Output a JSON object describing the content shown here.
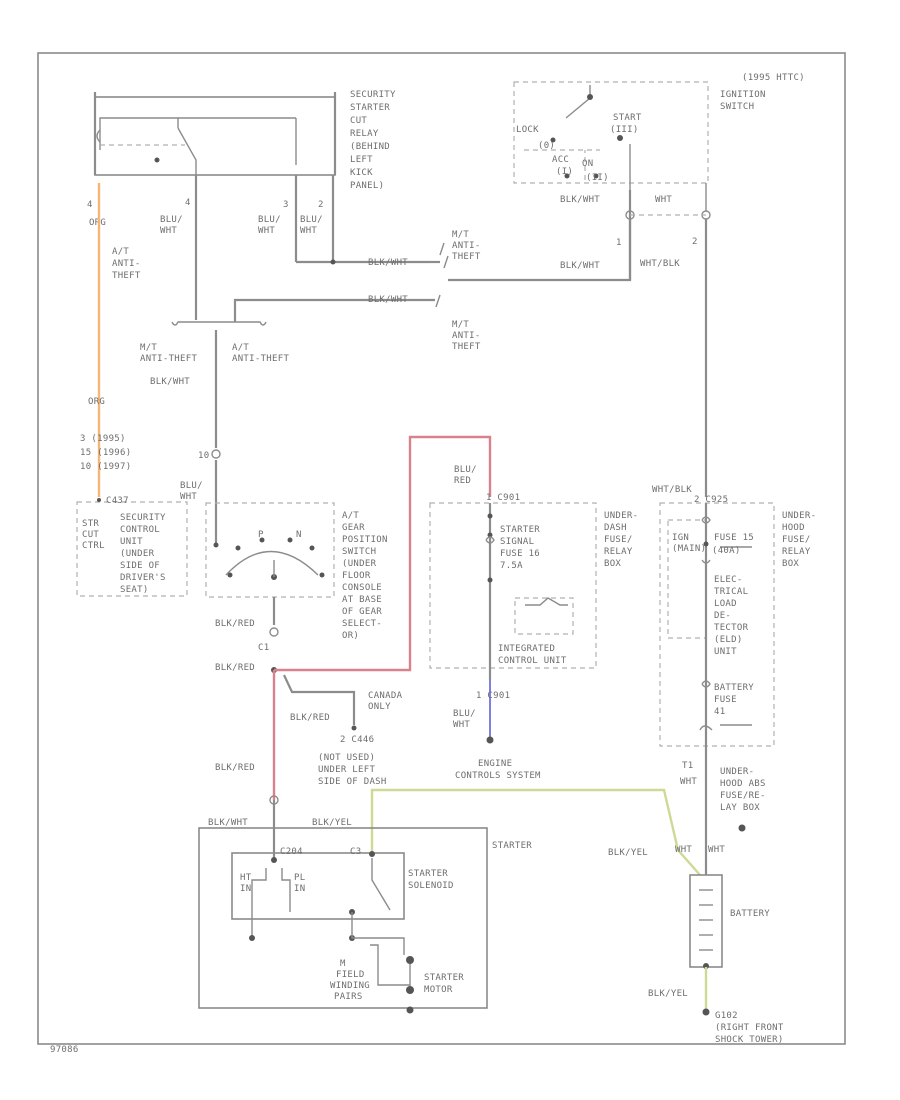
{
  "colors": {
    "orange_wire": "#f5b577",
    "red_wire": "#d9818d",
    "green_wire": "#cfd996",
    "blue_wire": "#7f7fe0",
    "wire": "#8c8c8c"
  },
  "corner": {
    "top_right": "(1995 HTTC)",
    "bottom_left": "97086"
  },
  "relay": {
    "label": [
      "SECURITY",
      "STARTER",
      "CUT",
      "RELAY",
      "(BEHIND",
      "LEFT",
      "KICK",
      "PANEL)"
    ]
  },
  "ignition": {
    "label": [
      "IGNITION",
      "SWITCH"
    ],
    "lock": "LOCK",
    "i": "(0)",
    "acc": "ACC",
    "ii": "(I)",
    "on": "ON",
    "iii": "(II)",
    "start": "START",
    "iv": "(III)"
  },
  "wires": {
    "pin4": "4",
    "org": "ORG",
    "at_anti_theft": [
      "A/T",
      "ANTI-",
      "THEFT"
    ],
    "org2": "ORG",
    "pin_list": [
      "3 (1995)",
      "15 (1996)",
      "10 (1997)"
    ],
    "pin4b": "4",
    "blu_wht": [
      "BLU/",
      "WHT"
    ],
    "pin3": "3",
    "blu_wht2": [
      "BLU/",
      "WHT"
    ],
    "pin2": "2",
    "blu_wht3": [
      "BLU/",
      "WHT"
    ],
    "blk_wht_a": "BLK/WHT",
    "mt_anti_theft": [
      "M/T",
      "ANTI-",
      "THEFT"
    ],
    "blk_wht_b": "BLK/WHT",
    "blk_wht_c": "BLK/WHT",
    "pin1": "1",
    "wht_a": "WHT",
    "wht_blk_a": "WHT/BLK",
    "pin2b": "2",
    "mt_b": [
      "M/T",
      "ANTI-THEFT"
    ],
    "at_b": [
      "A/T",
      "ANTI-THEFT"
    ],
    "blk_wht_d": "BLK/WHT",
    "mt_c": [
      "M/T",
      "ANTI-",
      "THEFT"
    ],
    "pin10": "10",
    "blu_wht4": [
      "BLU/",
      "WHT"
    ],
    "blk_red_a": "BLK/RED",
    "blk_red_b": "BLK/RED",
    "blk_red_c": "BLK/RED",
    "blk_red_d": "BLK/RED",
    "pin_c1": "C1",
    "canada": [
      "CANADA",
      "ONLY"
    ],
    "c446": "2  C446",
    "not_used": [
      "(NOT USED)",
      "UNDER LEFT",
      "SIDE OF DASH"
    ],
    "blu_red": [
      "BLU/",
      "RED"
    ],
    "c901": "1  C901",
    "c901b": "1  C901",
    "blu_wht5": [
      "BLU/",
      "WHT"
    ],
    "engine_controls": [
      "ENGINE",
      "CONTROLS SYSTEM"
    ],
    "wht_blk_b": "WHT/BLK",
    "c925": "2  C925",
    "t1": "T1",
    "wht_b": "WHT",
    "blk_wht_e": "BLK/WHT",
    "blk_yel_a": "BLK/YEL",
    "blk_yel_b": "BLK/YEL",
    "wht_c": "WHT",
    "wht_d": "WHT",
    "blk_yel_c": "BLK/YEL"
  },
  "security_unit": {
    "c437": "C437",
    "str_cut": [
      "STR",
      "CUT",
      "CTRL"
    ],
    "label": [
      "SECURITY",
      "CONTROL",
      "UNIT",
      "(UNDER",
      "SIDE OF",
      "DRIVER'S",
      "SEAT)"
    ]
  },
  "gear_switch": {
    "label": [
      "A/T",
      "GEAR",
      "POSITION",
      "SWITCH",
      "(UNDER",
      "FLOOR",
      "CONSOLE",
      "AT BASE",
      "OF GEAR",
      "SELECT-",
      "OR)"
    ],
    "p": "P",
    "n": "N"
  },
  "under_dash": {
    "label": [
      "UNDER-",
      "DASH",
      "FUSE/",
      "RELAY",
      "BOX"
    ],
    "fuse": [
      "STARTER",
      "SIGNAL",
      "FUSE 16",
      "7.5A"
    ],
    "icm": [
      "INTEGRATED",
      "CONTROL UNIT"
    ]
  },
  "under_hood": {
    "label": [
      "UNDER-",
      "HOOD",
      "FUSE/",
      "RELAY",
      "BOX"
    ],
    "fuse15": "FUSE 15",
    "fuse15_amp": "(40A)",
    "elec_load": [
      "ELEC-",
      "TRICAL",
      "LOAD",
      "DE-",
      "TECTOR",
      "(ELD)",
      "UNIT"
    ],
    "battery_fuse": [
      "BATTERY",
      "FUSE",
      "41"
    ],
    "ign_label": [
      "IGN",
      "(MAIN)"
    ],
    "main_fuse": [
      "UNDER-",
      "HOOD ABS",
      "FUSE/RE-",
      "LAY BOX"
    ]
  },
  "starter": {
    "label": "STARTER",
    "c204": "C204",
    "c3": "C3",
    "solenoid": [
      "STARTER",
      "SOLENOID"
    ],
    "ht_in": [
      "HT",
      "IN"
    ],
    "pl_in": [
      "PL",
      "IN"
    ],
    "field": [
      "M",
      "FIELD",
      "WINDING",
      "PAIRS"
    ],
    "motor": [
      "STARTER",
      "MOTOR"
    ]
  },
  "battery": {
    "label": "BATTERY"
  },
  "ground": {
    "label": [
      "G102",
      "(RIGHT FRONT",
      "SHOCK TOWER)"
    ]
  }
}
